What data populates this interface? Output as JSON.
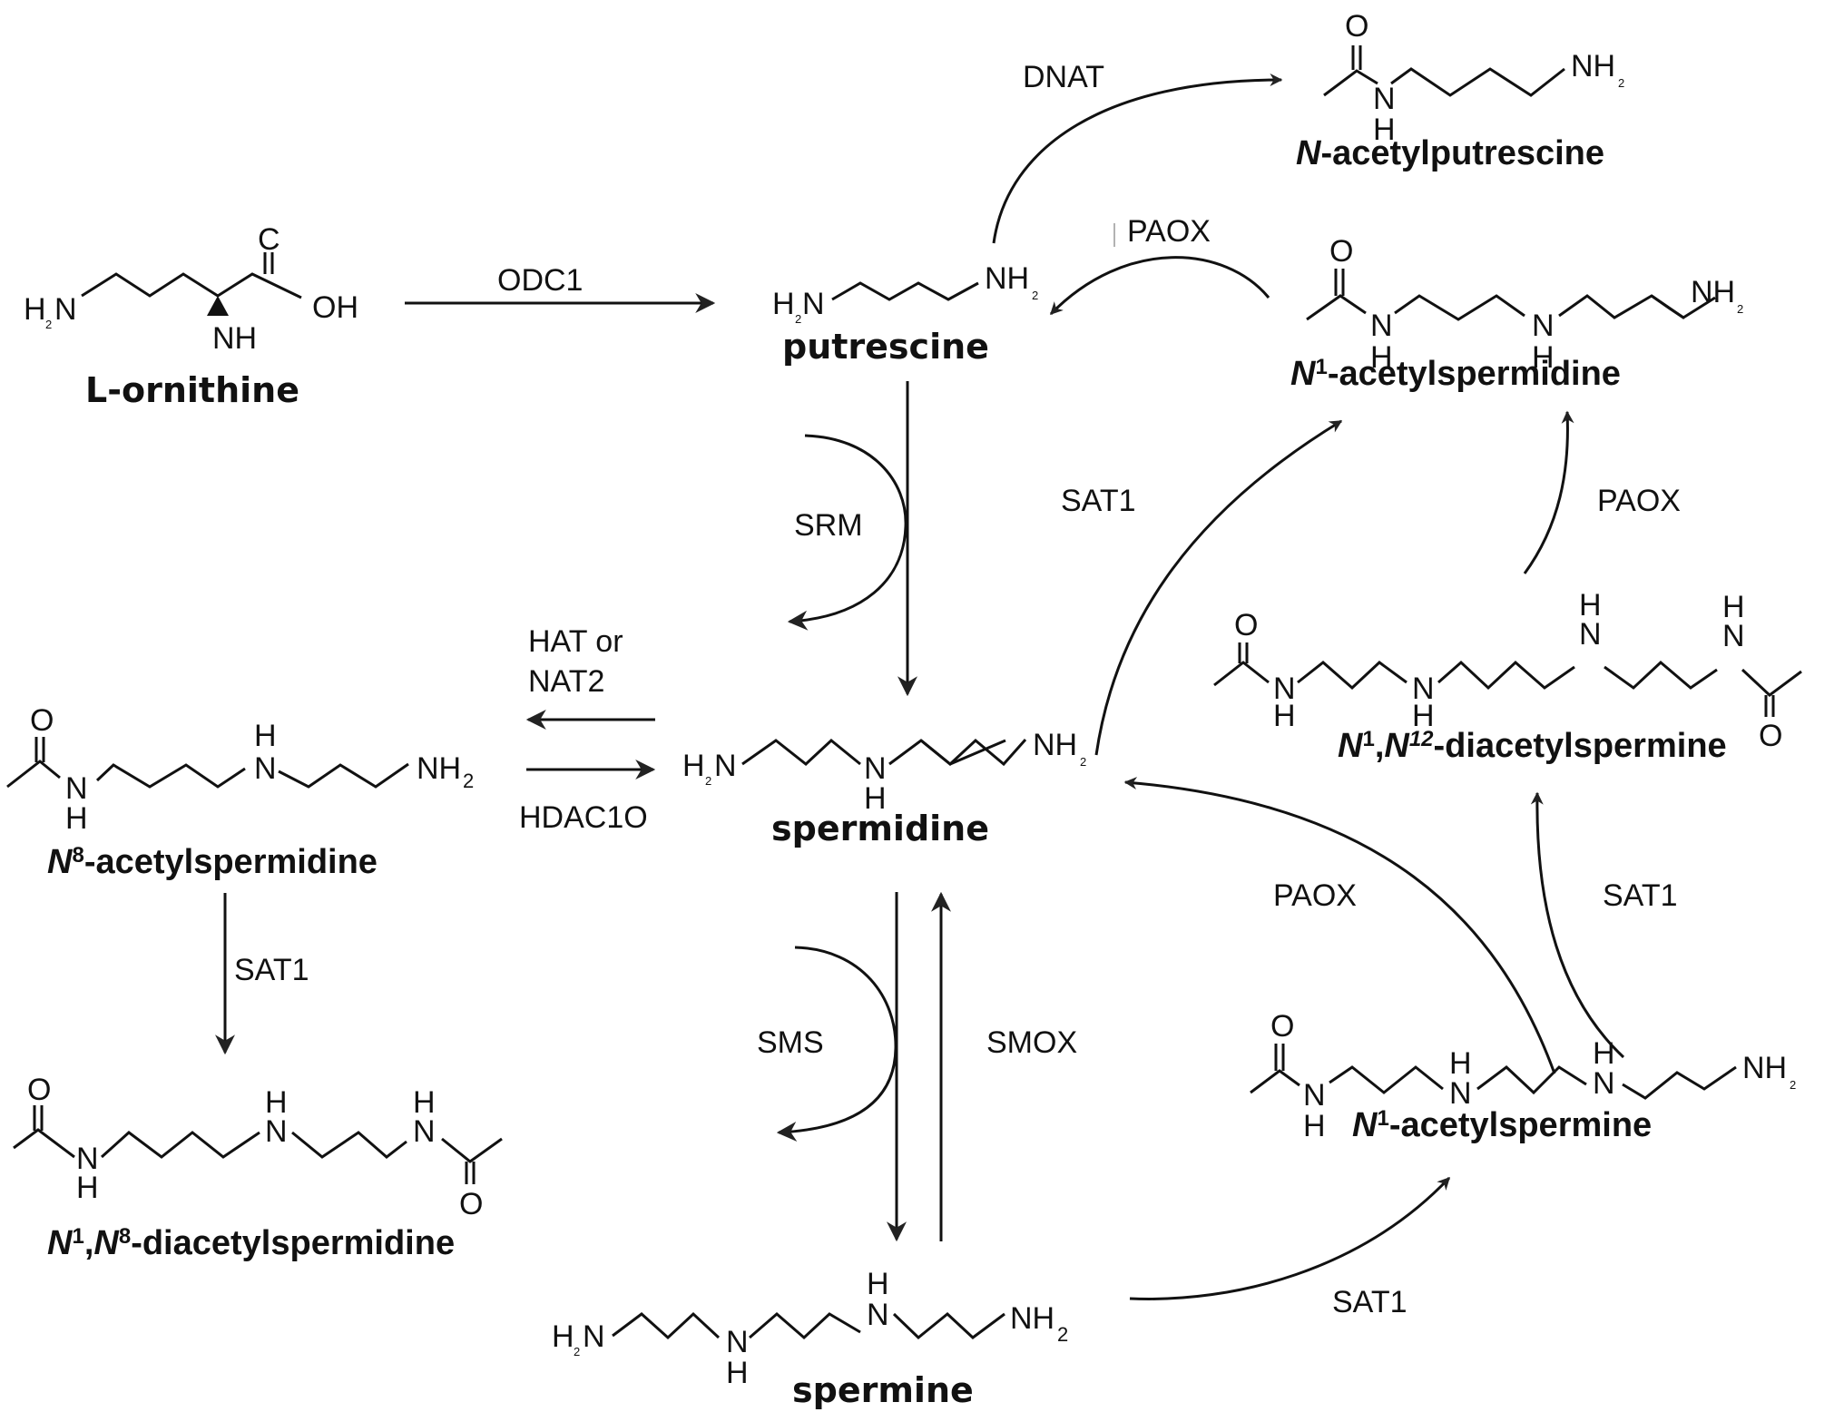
{
  "title": "Polyamine metabolism pathway",
  "compounds": {
    "ornithine": {
      "name": "L-ornithine",
      "atoms": {
        "h2n_h": "H",
        "h2n_sub": "2",
        "h2n_n": "N",
        "carbonyl": "C",
        "oh": "OH",
        "nh": "NH"
      }
    },
    "putrescine": {
      "name": "putrescine",
      "atoms": {
        "h2n_h": "H",
        "h2n_sub": "2",
        "h2n_n": "N",
        "nh2": "NH",
        "nh2_sub": "2"
      }
    },
    "n_acetylputrescine": {
      "name_prefix": "N",
      "name_rest": "-acetylputrescine",
      "atoms": {
        "o": "O",
        "n": "N",
        "h": "H",
        "nh2": "NH",
        "nh2_sub": "2"
      }
    },
    "n1_acetylspermidine": {
      "name_prefix": "N",
      "name_sup": "1",
      "name_rest": "-acetylspermidine",
      "atoms": {
        "o": "O",
        "n1": "N",
        "h1": "H",
        "n2": "N",
        "h2": "H",
        "nh2": "NH",
        "nh2_sub": "2"
      }
    },
    "spermidine": {
      "name": "spermidine",
      "atoms": {
        "h2n_h": "H",
        "h2n_sub": "2",
        "h2n_n": "N",
        "n": "N",
        "h": "H",
        "nh2": "NH",
        "nh2_sub": "2"
      }
    },
    "n8_acetylspermidine": {
      "name_prefix": "N",
      "name_sup": "8",
      "name_rest": "-acetylspermidine",
      "atoms": {
        "o": "O",
        "n1": "N",
        "h1": "H",
        "n2": "N",
        "h2": "H",
        "nh2": "NH",
        "nh2_sub": "2"
      }
    },
    "n1n8_diacetylspermidine": {
      "name_prefix1": "N",
      "name_sup1": "1",
      "name_sep": ",",
      "name_prefix2": "N",
      "name_sup2": "8",
      "name_rest": "-diacetylspermidine",
      "atoms": {
        "o1": "O",
        "n1": "N",
        "h1": "H",
        "n2": "N",
        "h2": "H",
        "n3": "N",
        "h3": "H",
        "o2": "O"
      }
    },
    "n1n12_diacetylspermine": {
      "name_prefix1": "N",
      "name_sup1": "1",
      "name_sep": ",",
      "name_prefix2": "N",
      "name_sup2": "12",
      "name_rest": "-diacetylspermine",
      "atoms": {
        "o1": "O",
        "n1": "N",
        "h1": "H",
        "n2": "N",
        "h2": "H",
        "n3": "N",
        "h3": "H",
        "n4": "N",
        "h4": "H",
        "o2": "O"
      }
    },
    "n1_acetylspermine": {
      "name_prefix": "N",
      "name_sup": "1",
      "name_rest": "-acetylspermine",
      "atoms": {
        "o": "O",
        "n1": "N",
        "h1": "H",
        "n2": "N",
        "h2": "H",
        "n3": "N",
        "h3": "H",
        "nh2": "NH",
        "nh2_sub": "2"
      }
    },
    "spermine": {
      "name": "spermine",
      "atoms": {
        "h2n_h": "H",
        "h2n_sub": "2",
        "h2n_n": "N",
        "n1": "N",
        "h1": "H",
        "n2": "N",
        "h2": "H",
        "nh2": "NH",
        "nh2_sub": "2"
      }
    }
  },
  "enzymes": {
    "odc1": "ODC1",
    "dnat": "DNAT",
    "paox_top": "PAOX",
    "srm": "SRM",
    "sat1_upper": "SAT1",
    "paox_right": "PAOX",
    "hat_line1": "HAT or",
    "hat_line2": "NAT2",
    "hdac": "HDAC1O",
    "sat1_left": "SAT1",
    "sms": "SMS",
    "smox": "SMOX",
    "paox_lower": "PAOX",
    "sat1_right": "SAT1",
    "sat1_bottom": "SAT1"
  }
}
